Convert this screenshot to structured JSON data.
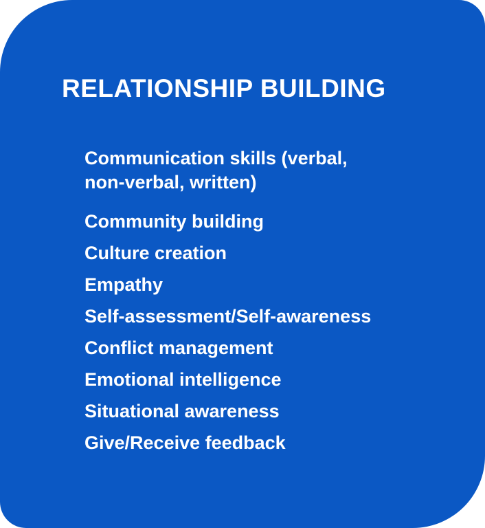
{
  "card": {
    "title": "RELATIONSHIP BUILDING",
    "items": [
      "Communication skills (verbal, non-verbal, written)",
      "Community building",
      "Culture creation",
      "Empathy",
      "Self-assessment/Self-awareness",
      "Conflict management",
      "Emotional intelligence",
      "Situational awareness",
      "Give/Receive feedback"
    ],
    "colors": {
      "background": "#0b58c4",
      "text": "#ffffff"
    }
  }
}
